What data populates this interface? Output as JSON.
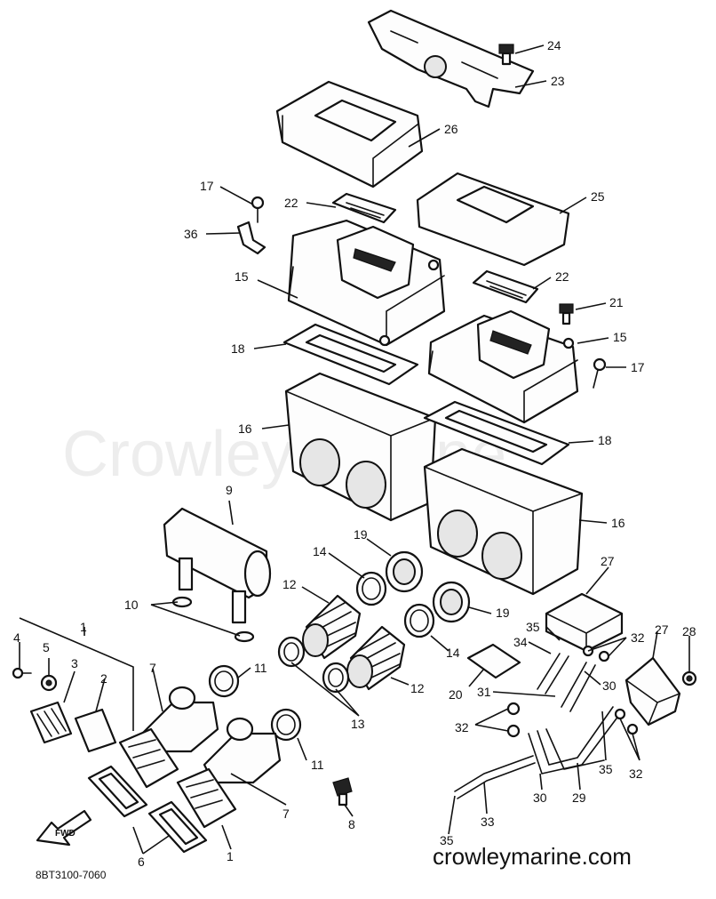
{
  "watermark": "Crowley Marine",
  "website": "crowleymarine.com",
  "diagram_code": "8BT3100-7060",
  "fwd_arrow_label": "FWD",
  "callouts": [
    {
      "id": "c24",
      "label": "24"
    },
    {
      "id": "c23",
      "label": "23"
    },
    {
      "id": "c26",
      "label": "26"
    },
    {
      "id": "c17a",
      "label": "17"
    },
    {
      "id": "c22a",
      "label": "22"
    },
    {
      "id": "c25",
      "label": "25"
    },
    {
      "id": "c36",
      "label": "36"
    },
    {
      "id": "c22b",
      "label": "22"
    },
    {
      "id": "c15a",
      "label": "15"
    },
    {
      "id": "c21",
      "label": "21"
    },
    {
      "id": "c15b",
      "label": "15"
    },
    {
      "id": "c18a",
      "label": "18"
    },
    {
      "id": "c17b",
      "label": "17"
    },
    {
      "id": "c16a",
      "label": "16"
    },
    {
      "id": "c18b",
      "label": "18"
    },
    {
      "id": "c9",
      "label": "9"
    },
    {
      "id": "c16b",
      "label": "16"
    },
    {
      "id": "c19a",
      "label": "19"
    },
    {
      "id": "c14a",
      "label": "14"
    },
    {
      "id": "c27a",
      "label": "27"
    },
    {
      "id": "c12a",
      "label": "12"
    },
    {
      "id": "c10",
      "label": "10"
    },
    {
      "id": "c19b",
      "label": "19"
    },
    {
      "id": "c35a",
      "label": "35"
    },
    {
      "id": "c27b",
      "label": "27"
    },
    {
      "id": "c28",
      "label": "28"
    },
    {
      "id": "c1a",
      "label": "1"
    },
    {
      "id": "c4",
      "label": "4"
    },
    {
      "id": "c5",
      "label": "5"
    },
    {
      "id": "c3",
      "label": "3"
    },
    {
      "id": "c32a",
      "label": "32"
    },
    {
      "id": "c34",
      "label": "34"
    },
    {
      "id": "c14b",
      "label": "14"
    },
    {
      "id": "c7a",
      "label": "7"
    },
    {
      "id": "c11a",
      "label": "11"
    },
    {
      "id": "c2",
      "label": "2"
    },
    {
      "id": "c30a",
      "label": "30"
    },
    {
      "id": "c20",
      "label": "20"
    },
    {
      "id": "c31",
      "label": "31"
    },
    {
      "id": "c12b",
      "label": "12"
    },
    {
      "id": "c13",
      "label": "13"
    },
    {
      "id": "c32b",
      "label": "32"
    },
    {
      "id": "c35b",
      "label": "35"
    },
    {
      "id": "c32c",
      "label": "32"
    },
    {
      "id": "c11b",
      "label": "11"
    },
    {
      "id": "c30b",
      "label": "30"
    },
    {
      "id": "c29",
      "label": "29"
    },
    {
      "id": "c7b",
      "label": "7"
    },
    {
      "id": "c8",
      "label": "8"
    },
    {
      "id": "c33",
      "label": "33"
    },
    {
      "id": "c35c",
      "label": "35"
    },
    {
      "id": "c6",
      "label": "6"
    },
    {
      "id": "c1b",
      "label": "1"
    }
  ]
}
